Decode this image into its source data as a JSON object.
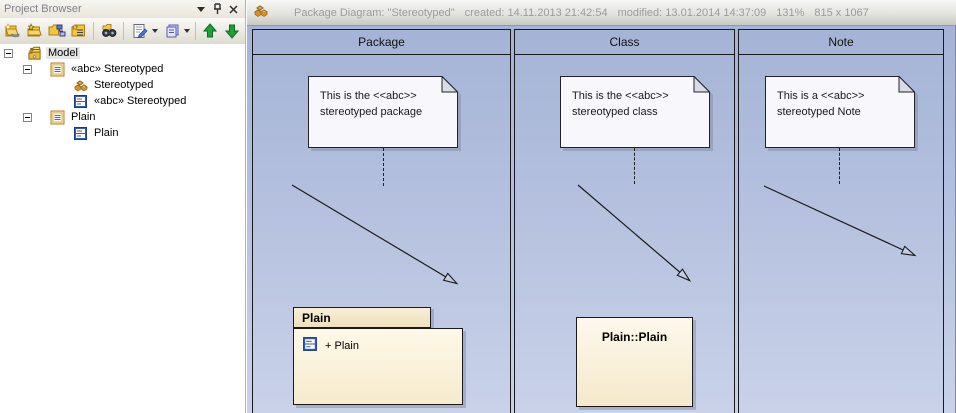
{
  "project_browser": {
    "title": "Project Browser",
    "titlebar_icons": [
      "window-menu-down",
      "pin",
      "close"
    ],
    "toolbar": {
      "buttons": [
        {
          "name": "new-model"
        },
        {
          "name": "new-package"
        },
        {
          "name": "new-diagram"
        },
        {
          "name": "new-element"
        },
        {
          "name": "find-in-project-browser"
        },
        {
          "name": "edit-document"
        },
        {
          "name": "manage-copies"
        },
        {
          "name": "move-up"
        },
        {
          "name": "move-down"
        }
      ]
    },
    "tree": {
      "items": [
        {
          "label": "Model",
          "icon": "model-icon",
          "level": 0,
          "expanded": true
        },
        {
          "label": "«abc» Stereotyped",
          "icon": "package-icon",
          "level": 1,
          "expanded": true
        },
        {
          "label": "Stereotyped",
          "icon": "diagram-icon",
          "level": 2
        },
        {
          "label": "«abc» Stereotyped",
          "icon": "class-icon",
          "level": 2
        },
        {
          "label": "Plain",
          "icon": "package-icon",
          "level": 1,
          "expanded": true
        },
        {
          "label": "Plain",
          "icon": "class-icon",
          "level": 2
        }
      ]
    }
  },
  "diagram": {
    "header": {
      "icon": "package-diagram-icon",
      "title": "Package Diagram: \"Stereotyped\"",
      "created": "created: 14.11.2013 21:42:54",
      "modified": "modified: 13.01.2014 14:37:09",
      "zoom_level": "131%",
      "dimensions": "815 x 1067"
    },
    "lanes": [
      {
        "label": "Package",
        "note_line1": "This is the <<abc>>",
        "note_line2": "stereotyped package"
      },
      {
        "label": "Class",
        "note_line1": "This is the <<abc>>",
        "note_line2": "stereotyped class"
      },
      {
        "label": "Note",
        "note_line1": "This is a <<abc>>",
        "note_line2": "stereotyped Note"
      }
    ],
    "package_element": {
      "name": "Plain",
      "member": "+ Plain"
    },
    "class_element": {
      "name": "Plain::Plain"
    }
  },
  "colors": {
    "canvas_top": "#a4b3d6",
    "canvas_bottom": "#c9d2e9",
    "element_cream": "#f6ebcd",
    "note_fill": "#f7f7fc",
    "note_fold": "#d9dce6",
    "header_text": "#9b9b9b",
    "folder_gold": "#f2c63d",
    "arrow_green": "#21a038"
  }
}
